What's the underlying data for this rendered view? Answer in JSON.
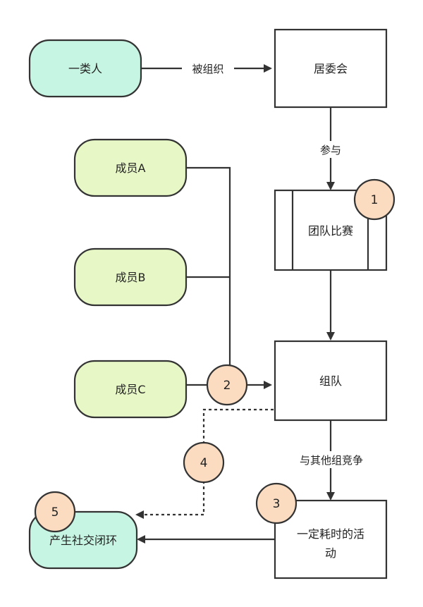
{
  "nodes": {
    "yileiren": "一类人",
    "juweihui": "居委会",
    "chengyuan_a": "成员A",
    "chengyuan_b": "成员B",
    "chengyuan_c": "成员C",
    "tuandui_bisai": "团队比赛",
    "zudui": "组队",
    "haoshi_line1": "一定耗时的活",
    "haoshi_line2": "动",
    "shejiao_bihuan": "产生社交闭环"
  },
  "edges": {
    "bei_zuzhi": "被组织",
    "canyu": "参与",
    "yu_qita_jingzheng": "与其他组竞争"
  },
  "badges": [
    "1",
    "2",
    "3",
    "4",
    "5"
  ],
  "colors": {
    "teal_fill": "#c6f5e3",
    "lime_fill": "#e7f8c6",
    "badge_fill": "#fbdcc0",
    "stroke": "#333333"
  }
}
